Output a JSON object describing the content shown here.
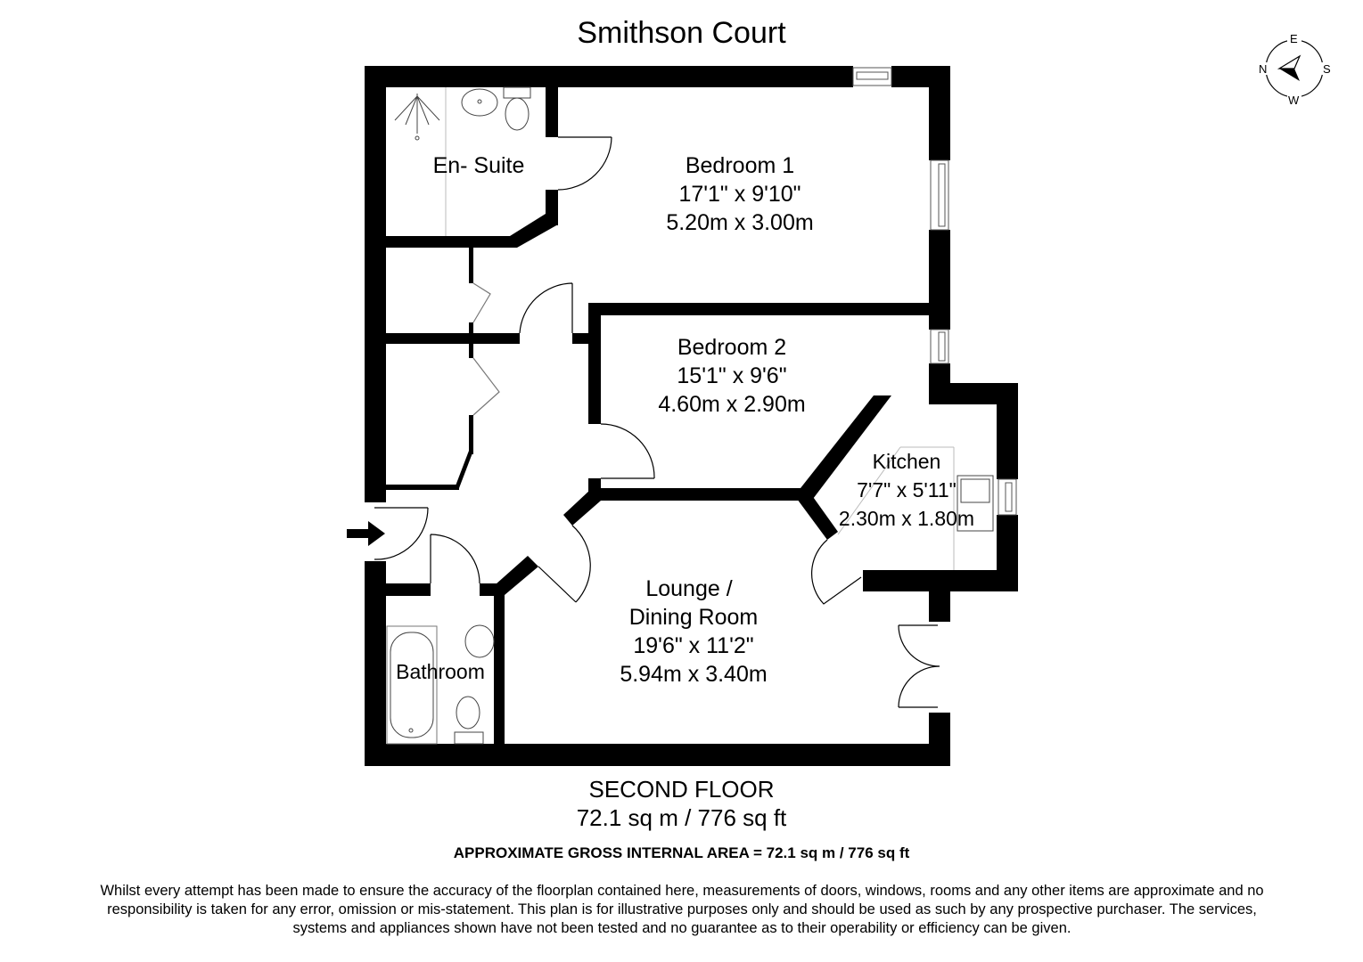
{
  "title": "Smithson Court",
  "compass": {
    "north": "N",
    "east": "E",
    "south": "S",
    "west": "W"
  },
  "rooms": [
    {
      "name": "En- Suite",
      "imperial": "",
      "metric": ""
    },
    {
      "name": "Bedroom 1",
      "imperial": "17'1\" x 9'10\"",
      "metric": "5.20m x 3.00m"
    },
    {
      "name": "Bedroom 2",
      "imperial": "15'1\" x 9'6\"",
      "metric": "4.60m x 2.90m"
    },
    {
      "name": "Kitchen",
      "imperial": "7'7\" x 5'11\"",
      "metric": "2.30m x 1.80m"
    },
    {
      "name": "Lounge /",
      "name2": "Dining Room",
      "imperial": "19'6\" x 11'2\"",
      "metric": "5.94m x 3.40m"
    },
    {
      "name": "Bathroom",
      "imperial": "",
      "metric": ""
    }
  ],
  "floor": {
    "name": "SECOND FLOOR",
    "area": "72.1 sq m / 776 sq ft"
  },
  "gross_internal_area": "APPROXIMATE GROSS INTERNAL AREA = 72.1 sq m / 776 sq ft",
  "disclaimer": "Whilst every attempt has been made to ensure the accuracy of the floorplan contained here, measurements of doors, windows, rooms and any other items are approximate and no responsibility is taken for any error, omission or mis-statement. This plan is for illustrative purposes only and should be used as such by any prospective purchaser. The services, systems and appliances shown have not been tested and no guarantee as to their operability or efficiency can be given.",
  "colors": {
    "wall": "#000000",
    "fixture_line": "#555555",
    "background": "#ffffff"
  }
}
